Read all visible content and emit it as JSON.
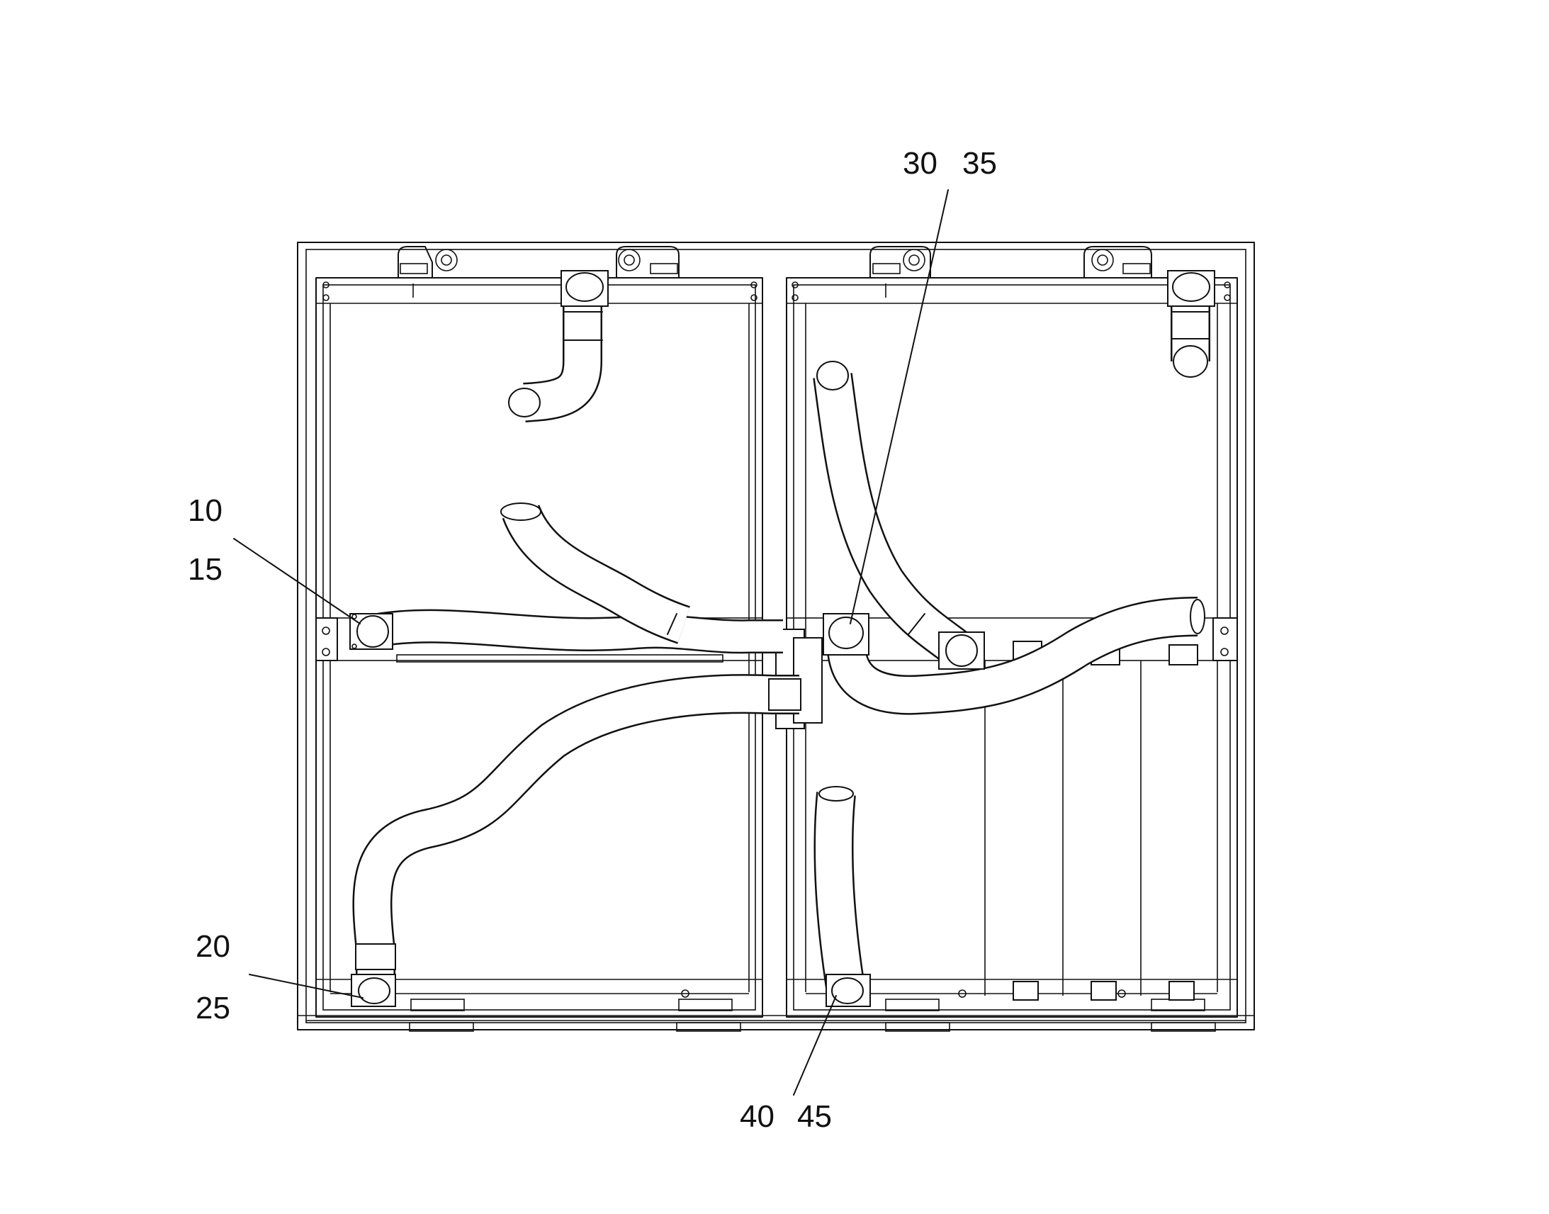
{
  "reference_numerals": {
    "n10": "10",
    "n15": "15",
    "n20": "20",
    "n25": "25",
    "n30": "30",
    "n35": "35",
    "n40": "40",
    "n45": "45"
  }
}
